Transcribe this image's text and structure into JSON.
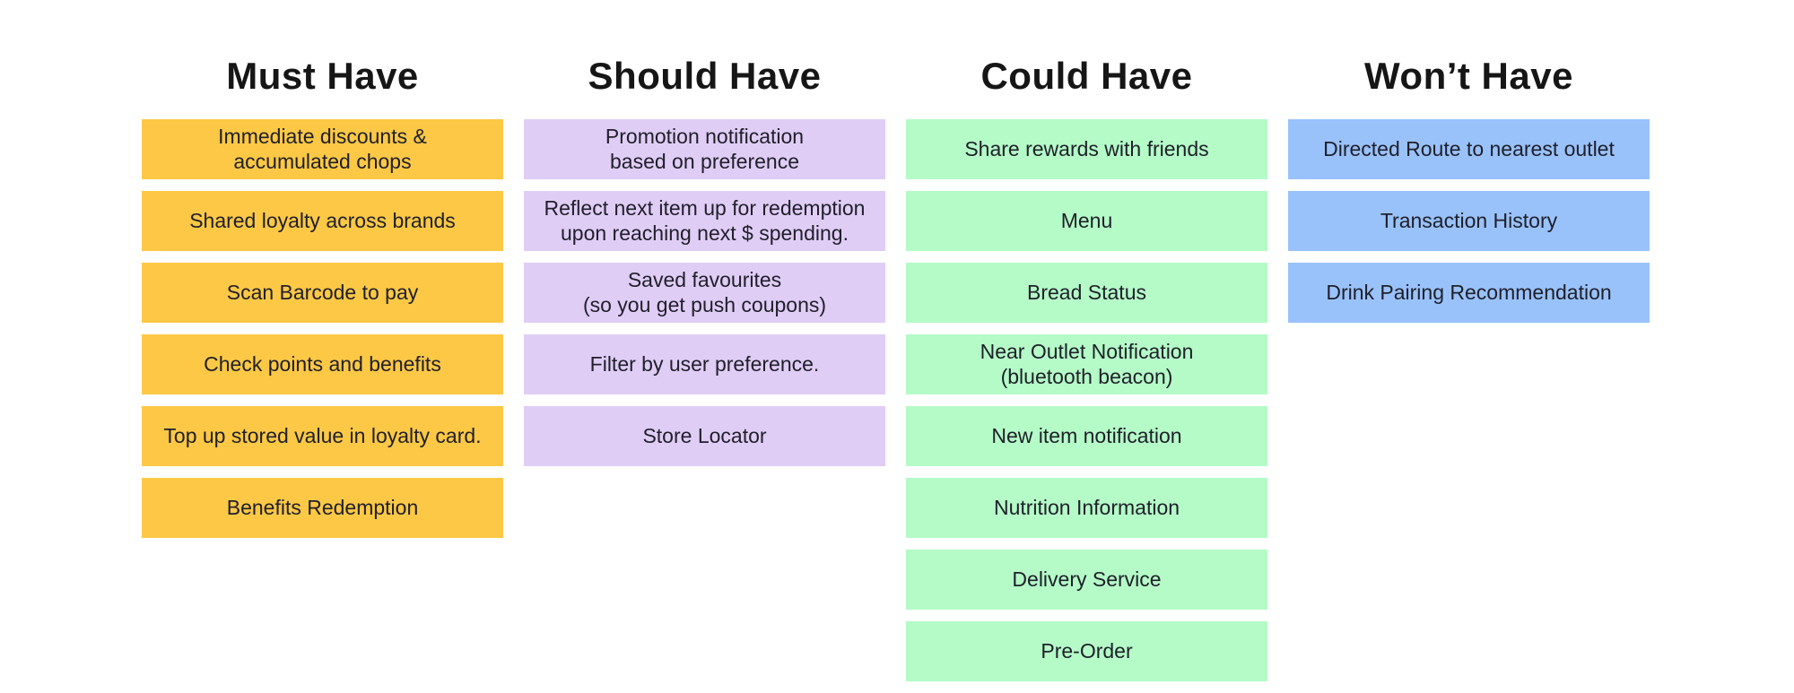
{
  "page": {
    "background": "#ffffff",
    "header_text_color": "#161616",
    "card_text_color": "#20202a"
  },
  "columns": [
    {
      "title": "Must Have",
      "color": "#FCC845",
      "items": [
        "Immediate discounts &\naccumulated chops",
        "Shared loyalty across brands",
        "Scan Barcode to pay",
        "Check points and benefits",
        "Top up stored value in loyalty card.",
        "Benefits Redemption"
      ]
    },
    {
      "title": "Should Have",
      "color": "#E0CDF6",
      "items": [
        "Promotion notification\nbased on preference",
        "Reflect next item up for redemption\nupon reaching next $ spending.",
        "Saved favourites\n(so you get push coupons)",
        "Filter by user preference.",
        "Store Locator"
      ]
    },
    {
      "title": "Could Have",
      "color": "#B4FBC8",
      "items": [
        "Share rewards with friends",
        "Menu",
        "Bread Status",
        "Near Outlet Notification\n(bluetooth beacon)",
        "New item notification",
        "Nutrition Information",
        "Delivery Service",
        "Pre-Order"
      ]
    },
    {
      "title": "Won’t Have",
      "color": "#99C2FB",
      "items": [
        "Directed Route to nearest outlet",
        "Transaction History",
        "Drink Pairing Recommendation"
      ]
    }
  ]
}
